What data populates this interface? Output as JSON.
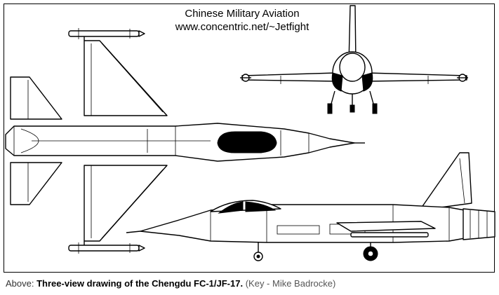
{
  "watermark": {
    "line1": "Chinese Military Aviation",
    "line2": "www.concentric.net/~Jetfight"
  },
  "caption": {
    "prefix": "Above:",
    "title": "Three-view drawing of the Chengdu FC-1/JF-17.",
    "credit": "(Key - Mike Badrocke)"
  }
}
